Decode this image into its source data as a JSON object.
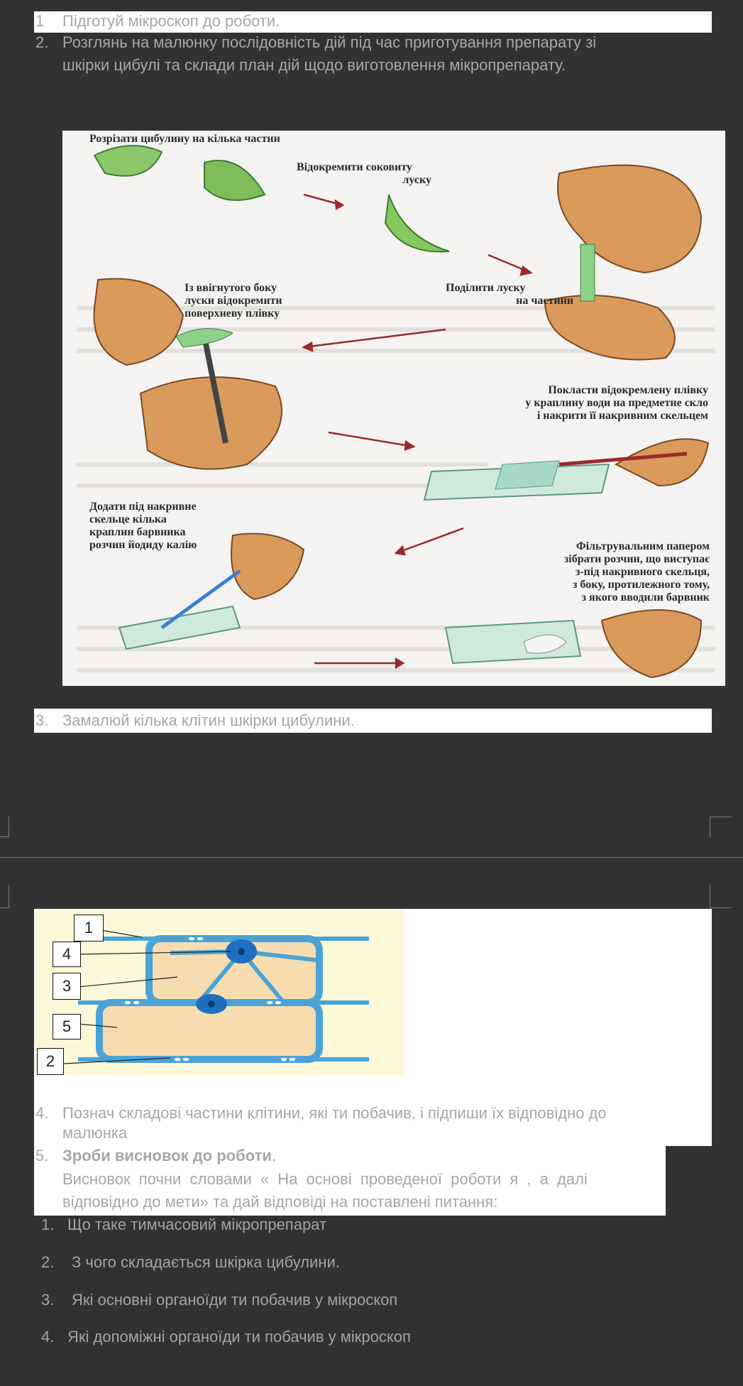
{
  "tasks": {
    "t1_num": "1",
    "t1_text": "Підготуй мікроскоп   до роботи.",
    "t2_num": "2.",
    "t2_line1": "Розглянь на малюнку послідовність дій під час приготування препарату зі",
    "t2_line2": "шкірки цибулі та склади план дій щодо виготовлення мікропрепарату.",
    "t3_num": "3.",
    "t3_text": "Замалюй кілька клітин шкірки цибулини.",
    "t4_num": "4.",
    "t4_line1": "Познач складові частини клітини, які ти побачив, і підпиши їх відповідно до",
    "t4_line2": "малюнка",
    "t5_num": "5.",
    "t5_bold": "Зроби висновок до роботи",
    "t5_dot": ".",
    "t5_line1": "Висновок почни словами « На основі проведеної роботи я , а далі",
    "t5_line2": "відповідно до мети» та дай відповіді на поставлені питання:"
  },
  "illustration": {
    "step1": "Розрізати цибулину на кілька частин",
    "step2_l1": "Відокремити соковиту",
    "step2_l2": "луску",
    "step3_l1": "Поділити луску",
    "step3_l2": "на частини",
    "step4_l1": "Із ввігнутого боку",
    "step4_l2": "луски відокремити",
    "step4_l3": "поверхневу плівку",
    "step5_l1": "Покласти відокремлену плівку",
    "step5_l2": "у краплину води на предметне скло",
    "step5_l3": "і накрити її накривним скельцем",
    "step6_l1": "Додати під накривне",
    "step6_l2": "скельце кілька",
    "step6_l3": "краплин барвника",
    "step6_l4": "розчин йодиду калію",
    "step7_l1": "Фільтрувальним папером",
    "step7_l2": "зібрати розчин, що виступає",
    "step7_l3": "з-під накривного скельця,",
    "step7_l4": "з боку, протилежного тому,",
    "step7_l5": "з якого вводили барвник"
  },
  "cell_labels": [
    "1",
    "4",
    "3",
    "5",
    "2"
  ],
  "questions": [
    {
      "num": "1.",
      "text": "Що таке тимчасовий мікропрепарат"
    },
    {
      "num": "2.",
      "text": "З чого складається шкірка цибулини."
    },
    {
      "num": "3.",
      "text": "Які основні органоїди ти побачив у мікроскоп"
    },
    {
      "num": "4.",
      "text": "Які допоміжні органоїди ти побачив у мікроскоп"
    }
  ],
  "colors": {
    "background": "#323232",
    "text": "#a6a6a6",
    "cell_wall": "#4aa3d6",
    "cytoplasm": "#f7dcb0",
    "nucleus": "#1f6fc0",
    "arrow": "#9b2a2a"
  }
}
